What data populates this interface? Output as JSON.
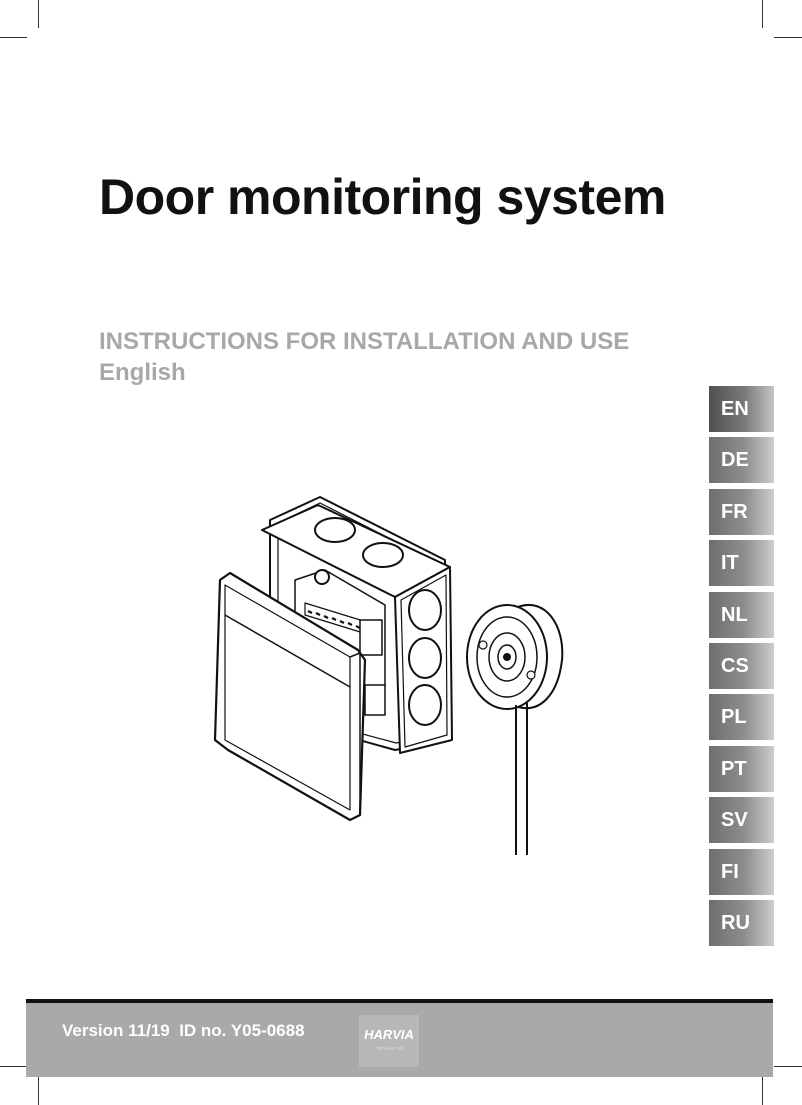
{
  "document": {
    "title": "Door monitoring system",
    "subtitle_line1": "INSTRUCTIONS FOR INSTALLATION AND USE",
    "subtitle_line2": "English"
  },
  "languages": [
    {
      "code": "EN",
      "active": true
    },
    {
      "code": "DE"
    },
    {
      "code": "FR"
    },
    {
      "code": "IT"
    },
    {
      "code": "NL"
    },
    {
      "code": "CS"
    },
    {
      "code": "PL"
    },
    {
      "code": "PT"
    },
    {
      "code": "SV"
    },
    {
      "code": "FI"
    },
    {
      "code": "RU"
    }
  ],
  "footer": {
    "version": "Version 11/19  ID no. Y05-0688",
    "logo": "HARVIA",
    "logo_tagline": "Harvia in tuli"
  },
  "colors": {
    "title": "#111111",
    "subtitle": "#a8a8a8",
    "tab": "#8e8e8e",
    "footer": "#a9a9a9"
  }
}
